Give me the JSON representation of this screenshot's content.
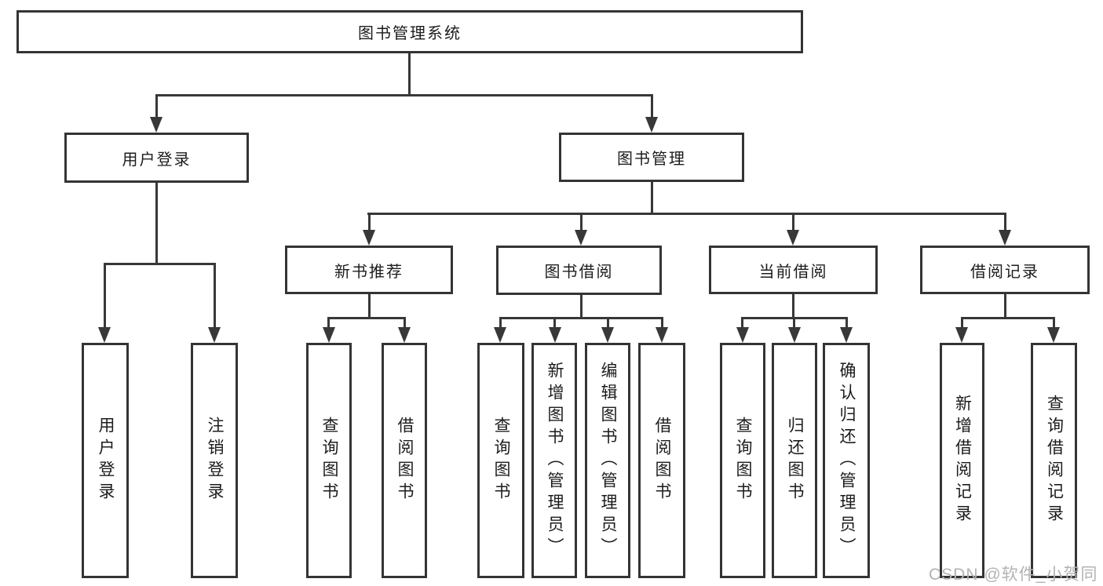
{
  "tree": {
    "label": "图书管理系统",
    "children": [
      {
        "label": "用户登录",
        "children": [
          {
            "label": "用户登录"
          },
          {
            "label": "注销登录"
          }
        ]
      },
      {
        "label": "图书管理",
        "children": [
          {
            "label": "新书推荐",
            "children": [
              {
                "label": "查询图书"
              },
              {
                "label": "借阅图书"
              }
            ]
          },
          {
            "label": "图书借阅",
            "children": [
              {
                "label": "查询图书"
              },
              {
                "label": "新增图书（管理员）"
              },
              {
                "label": "编辑图书（管理员）"
              },
              {
                "label": "借阅图书"
              }
            ]
          },
          {
            "label": "当前借阅",
            "children": [
              {
                "label": "查询图书"
              },
              {
                "label": "归还图书"
              },
              {
                "label": "确认归还（管理员）"
              }
            ]
          },
          {
            "label": "借阅记录",
            "children": [
              {
                "label": "新增借阅记录"
              },
              {
                "label": "查询借阅记录"
              }
            ]
          }
        ]
      }
    ]
  },
  "watermark": {
    "text": "CSDN @软件_小贺同学"
  },
  "colors": {
    "line": "#383838",
    "box_border": "#343434",
    "text": "#1c1c1c",
    "watermark": "#b3b3b3",
    "background": "#ffffff"
  }
}
